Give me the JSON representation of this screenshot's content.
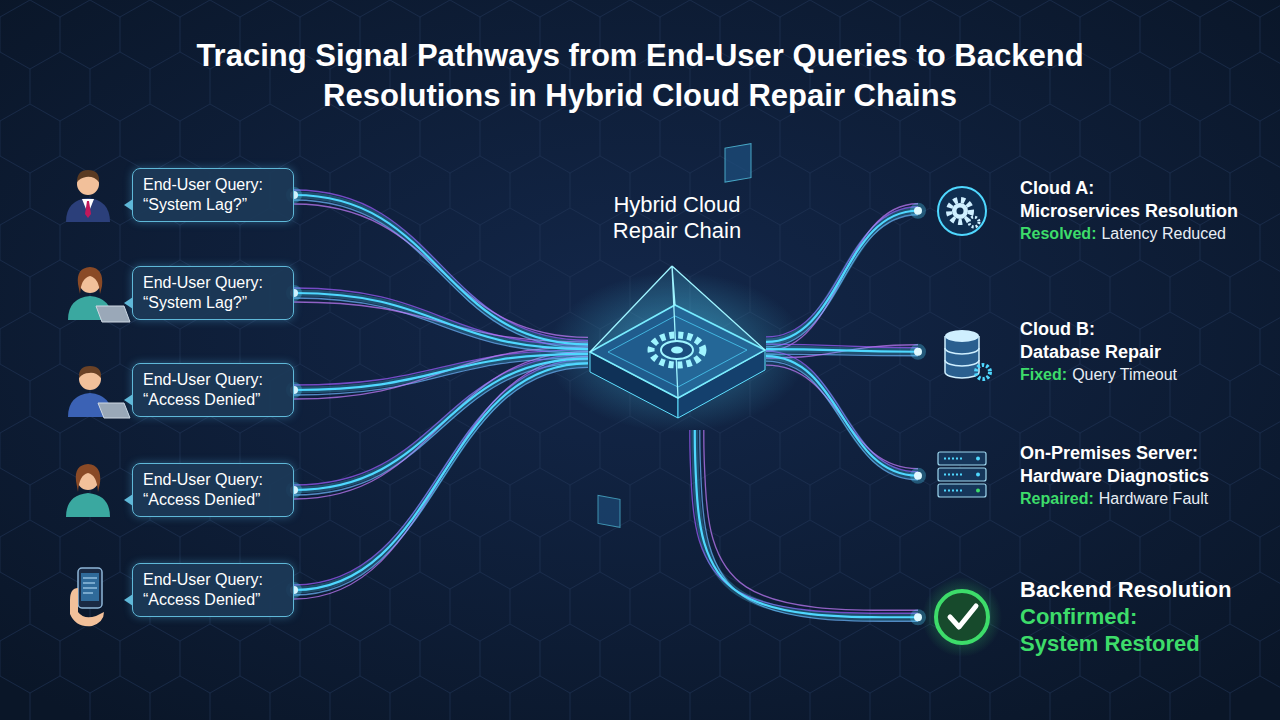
{
  "diagram": {
    "title": "Tracing Signal Pathways from End-User Queries to Backend Resolutions in Hybrid Cloud Repair Chains",
    "nodes": [
      {
        "text": [
          "End-User Query:",
          "“System Lag?”"
        ]
      },
      {
        "text": [
          "End-User Query:",
          "“System Lag?”"
        ]
      },
      {
        "text": [
          "End-User Query:",
          "“Access Denied”"
        ]
      },
      {
        "text": [
          "End-User Query:",
          "“Access Denied”"
        ]
      },
      {
        "text": [
          "End-User Query:",
          "“Access Denied”"
        ]
      },
      {
        "text": [
          "Hybrid Cloud Repair Chain"
        ]
      },
      {
        "text": [
          "Cloud A:",
          "Microservices Resolution",
          "Resolved:",
          "Latency Reduced"
        ]
      },
      {
        "text": [
          "Cloud B:",
          "Database Repair",
          "Fixed:",
          "Query Timeout"
        ]
      },
      {
        "text": [
          "On-Premises Server:",
          "Hardware Diagnostics",
          "Repaired:",
          "Hardware Fault"
        ]
      },
      {
        "text": [
          "Backend Resolution",
          "Confirmed:",
          "System Restored"
        ]
      }
    ],
    "edges": [
      {
        "from": 0,
        "to": 5,
        "arrow": "none"
      },
      {
        "from": 1,
        "to": 5,
        "arrow": "none"
      },
      {
        "from": 2,
        "to": 5,
        "arrow": "none"
      },
      {
        "from": 3,
        "to": 5,
        "arrow": "none"
      },
      {
        "from": 4,
        "to": 5,
        "arrow": "none"
      },
      {
        "from": 5,
        "to": 6,
        "arrow": "none"
      },
      {
        "from": 5,
        "to": 7,
        "arrow": "none"
      },
      {
        "from": 5,
        "to": 8,
        "arrow": "none"
      },
      {
        "from": 5,
        "to": 9,
        "arrow": "none"
      }
    ]
  }
}
